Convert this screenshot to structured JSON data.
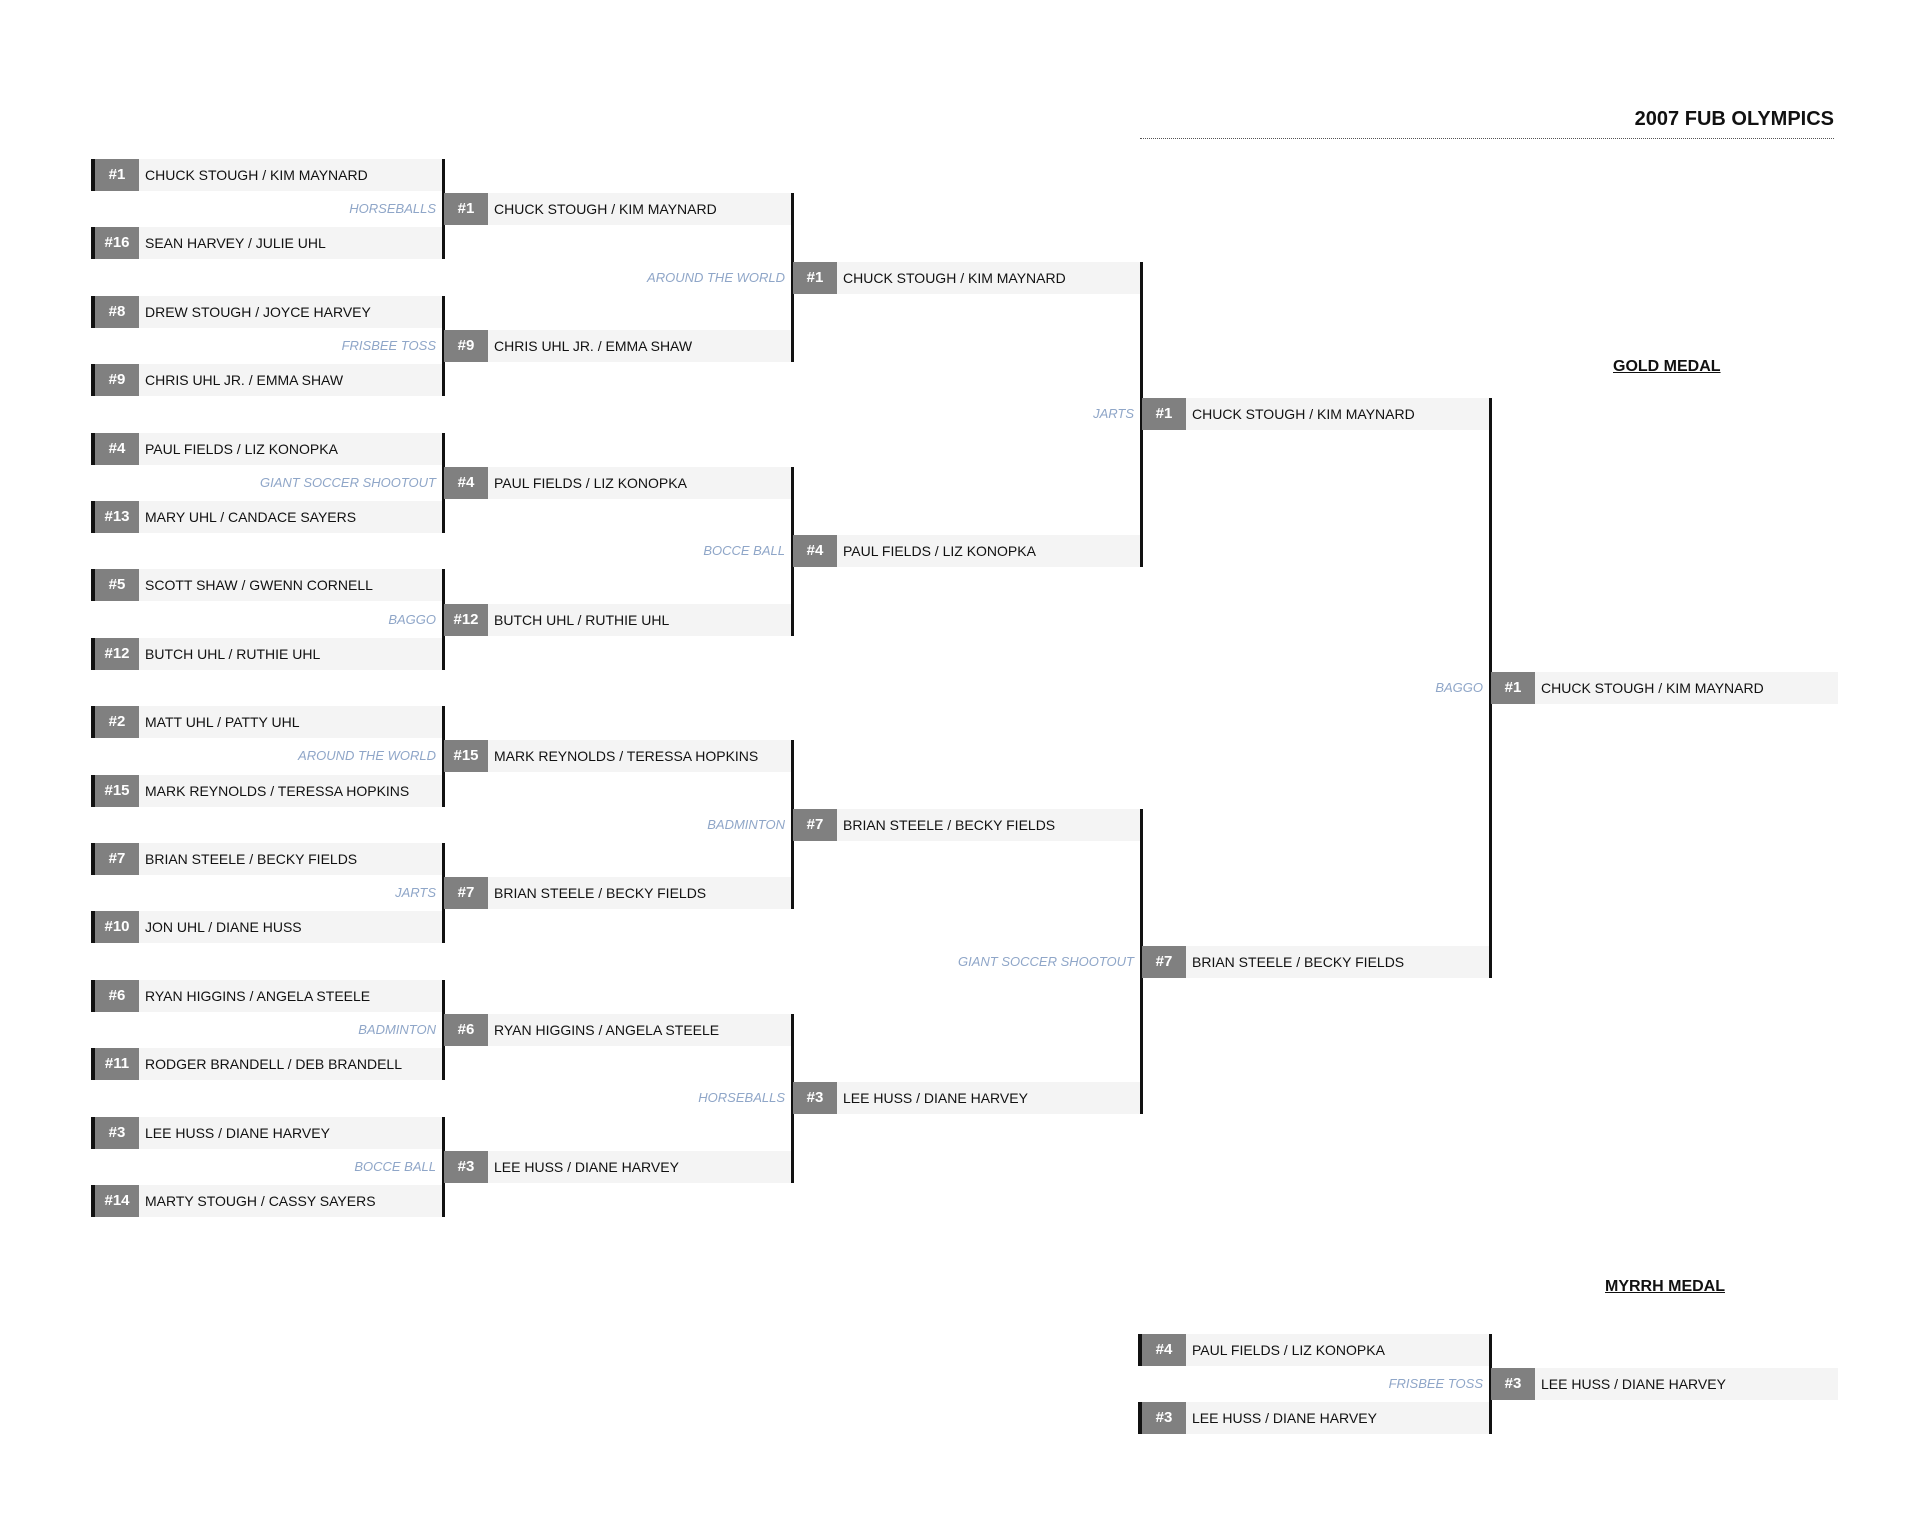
{
  "title": "2007 FUB OLYMPICS",
  "gold_medal_label": "GOLD MEDAL",
  "myrrh_medal_label": "MYRRH MEDAL",
  "round1": [
    {
      "seed": "#1",
      "name": "CHUCK STOUGH / KIM MAYNARD"
    },
    {
      "seed": "#16",
      "name": "SEAN HARVEY / JULIE UHL"
    },
    {
      "seed": "#8",
      "name": "DREW STOUGH / JOYCE HARVEY"
    },
    {
      "seed": "#9",
      "name": "CHRIS UHL JR. / EMMA SHAW"
    },
    {
      "seed": "#4",
      "name": "PAUL FIELDS / LIZ KONOPKA"
    },
    {
      "seed": "#13",
      "name": "MARY UHL / CANDACE SAYERS"
    },
    {
      "seed": "#5",
      "name": "SCOTT SHAW / GWENN CORNELL"
    },
    {
      "seed": "#12",
      "name": "BUTCH UHL / RUTHIE UHL"
    },
    {
      "seed": "#2",
      "name": "MATT UHL / PATTY UHL"
    },
    {
      "seed": "#15",
      "name": "MARK REYNOLDS / TERESSA HOPKINS"
    },
    {
      "seed": "#7",
      "name": "BRIAN STEELE / BECKY FIELDS"
    },
    {
      "seed": "#10",
      "name": "JON UHL / DIANE HUSS"
    },
    {
      "seed": "#6",
      "name": "RYAN HIGGINS / ANGELA STEELE"
    },
    {
      "seed": "#11",
      "name": "RODGER BRANDELL / DEB BRANDELL"
    },
    {
      "seed": "#3",
      "name": "LEE HUSS / DIANE HARVEY"
    },
    {
      "seed": "#14",
      "name": "MARTY STOUGH / CASSY SAYERS"
    }
  ],
  "round2": [
    {
      "event": "HORSEBALLS",
      "seed": "#1",
      "name": "CHUCK STOUGH / KIM MAYNARD"
    },
    {
      "event": "FRISBEE TOSS",
      "seed": "#9",
      "name": "CHRIS UHL JR. / EMMA SHAW"
    },
    {
      "event": "GIANT SOCCER SHOOTOUT",
      "seed": "#4",
      "name": "PAUL FIELDS / LIZ KONOPKA"
    },
    {
      "event": "BAGGO",
      "seed": "#12",
      "name": "BUTCH UHL / RUTHIE UHL"
    },
    {
      "event": "AROUND THE WORLD",
      "seed": "#15",
      "name": "MARK REYNOLDS / TERESSA HOPKINS"
    },
    {
      "event": "JARTS",
      "seed": "#7",
      "name": "BRIAN STEELE / BECKY FIELDS"
    },
    {
      "event": "BADMINTON",
      "seed": "#6",
      "name": "RYAN HIGGINS / ANGELA STEELE"
    },
    {
      "event": "BOCCE BALL",
      "seed": "#3",
      "name": "LEE HUSS / DIANE HARVEY"
    }
  ],
  "round3": [
    {
      "event": "AROUND THE WORLD",
      "seed": "#1",
      "name": "CHUCK STOUGH / KIM MAYNARD"
    },
    {
      "event": "BOCCE BALL",
      "seed": "#4",
      "name": "PAUL FIELDS / LIZ KONOPKA"
    },
    {
      "event": "BADMINTON",
      "seed": "#7",
      "name": "BRIAN STEELE / BECKY FIELDS"
    },
    {
      "event": "HORSEBALLS",
      "seed": "#3",
      "name": "LEE HUSS / DIANE HARVEY"
    }
  ],
  "round4": [
    {
      "event": "JARTS",
      "seed": "#1",
      "name": "CHUCK STOUGH / KIM MAYNARD"
    },
    {
      "event": "GIANT SOCCER SHOOTOUT",
      "seed": "#7",
      "name": "BRIAN STEELE / BECKY FIELDS"
    }
  ],
  "champion": {
    "event": "BAGGO",
    "seed": "#1",
    "name": "CHUCK STOUGH / KIM MAYNARD"
  },
  "myrrh_round": [
    {
      "seed": "#4",
      "name": "PAUL FIELDS / LIZ KONOPKA"
    },
    {
      "seed": "#3",
      "name": "LEE HUSS / DIANE HARVEY"
    }
  ],
  "myrrh_winner": {
    "event": "FRISBEE TOSS",
    "seed": "#3",
    "name": "LEE HUSS / DIANE HARVEY"
  }
}
